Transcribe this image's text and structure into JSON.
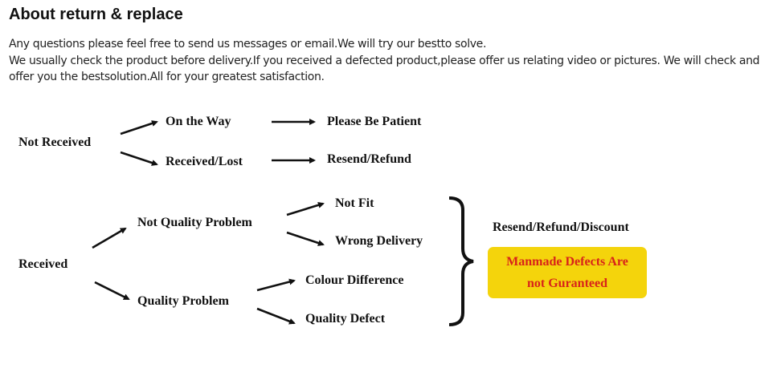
{
  "header": {
    "title": "About return & replace"
  },
  "intro": {
    "line1": "Any questions please feel free to send us messages or email.We will try our bestto solve.",
    "line2": "We usually check the product before delivery.If you received a defected product,please offer us relating video or pictures. We will check and",
    "line3": "offer you the bestsolution.All for your greatest satisfaction."
  },
  "flow": {
    "not_received": "Not Received",
    "on_the_way": "On the Way",
    "please_be_patient": "Please Be Patient",
    "received_lost": "Received/Lost",
    "resend_refund": "Resend/Refund",
    "received": "Received",
    "not_quality_problem": "Not Quality Problem",
    "quality_problem": "Quality Problem",
    "not_fit": "Not Fit",
    "wrong_delivery": "Wrong Delivery",
    "colour_difference": "Colour Difference",
    "quality_defect": "Quality Defect",
    "outcome": "Resend/Refund/Discount",
    "notice_line1": "Manmade Defects Are",
    "notice_line2": "not Guranteed"
  },
  "colors": {
    "notice_bg": "#f4d40c",
    "notice_text": "#d8231a"
  }
}
